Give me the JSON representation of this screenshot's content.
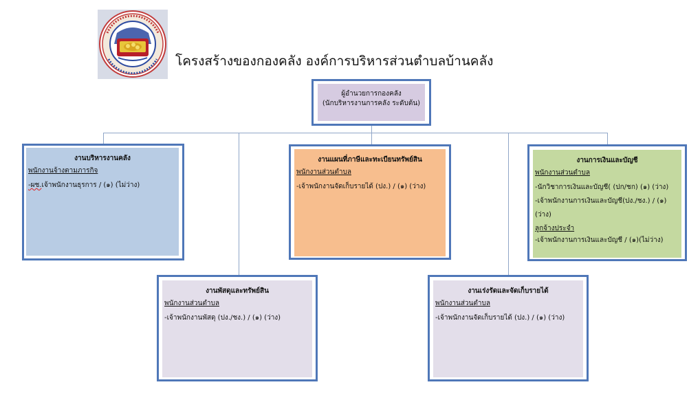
{
  "title": "โครงสร้างของกองคลัง องค์การบริหารส่วนตำบลบ้านคลัง",
  "colors": {
    "border": "#4f77b8",
    "connector": "#8fa6c8",
    "head_fill": "#d6cbe1",
    "admin_fill": "#b8cce4",
    "tax_fill": "#f7be8e",
    "finance_fill": "#c4d9a0",
    "lavender_fill": "#e3deea"
  },
  "head": {
    "line1": "ผู้อำนวยการกองคลัง",
    "line2": "(นักบริหารงานการคลัง ระดับต้น)"
  },
  "units": {
    "admin": {
      "title": "งานบริหารงานคลัง",
      "subtitle": "พนักงานจ้างตามภารกิจ",
      "line1_prefix": "-ผช.",
      "line1_rest": "เจ้าพนักงานธุรการ / (๑) (ไม่ว่าง)"
    },
    "tax": {
      "title": "งานแผนที่ภาษีและทะเบียนทรัพย์สิน",
      "subtitle": "พนักงานส่วนตำบล",
      "line1": "-เจ้าพนักงานจัดเก็บรายได้ (ปง.) / (๑) (ว่าง)"
    },
    "finance": {
      "title": "งานการเงินและบัญชี",
      "subtitle": "พนักงานส่วนตำบล",
      "line1": "-นักวิชาการเงินและบัญชี( (ปก/ชก) (๑) (ว่าง)",
      "line2": "-เจ้าพนักงานการเงินและบัญชี(ปง./ชง.) / (๑)",
      "line3": "(ว่าง)",
      "subtitle2": "ลูกจ้างประจำ",
      "line4": "-เจ้าพนักงานการเงินและบัญชี / (๑)(ไม่ว่าง)"
    },
    "supplies": {
      "title": "งานพัสดุและทรัพย์สิน",
      "subtitle": "พนักงานส่วนตำบล",
      "line1": "-เจ้าพนักงานพัสดุ  (ปง./ชง.) / (๑) (ว่าง)"
    },
    "collection": {
      "title": "งานเร่งรัดและจัดเก็บรายได้",
      "subtitle": "พนักงานส่วนตำบล",
      "line1": "-เจ้าพนักงานจัดเก็บรายได้ (ปง.) / (๑) (ว่าง)"
    }
  }
}
